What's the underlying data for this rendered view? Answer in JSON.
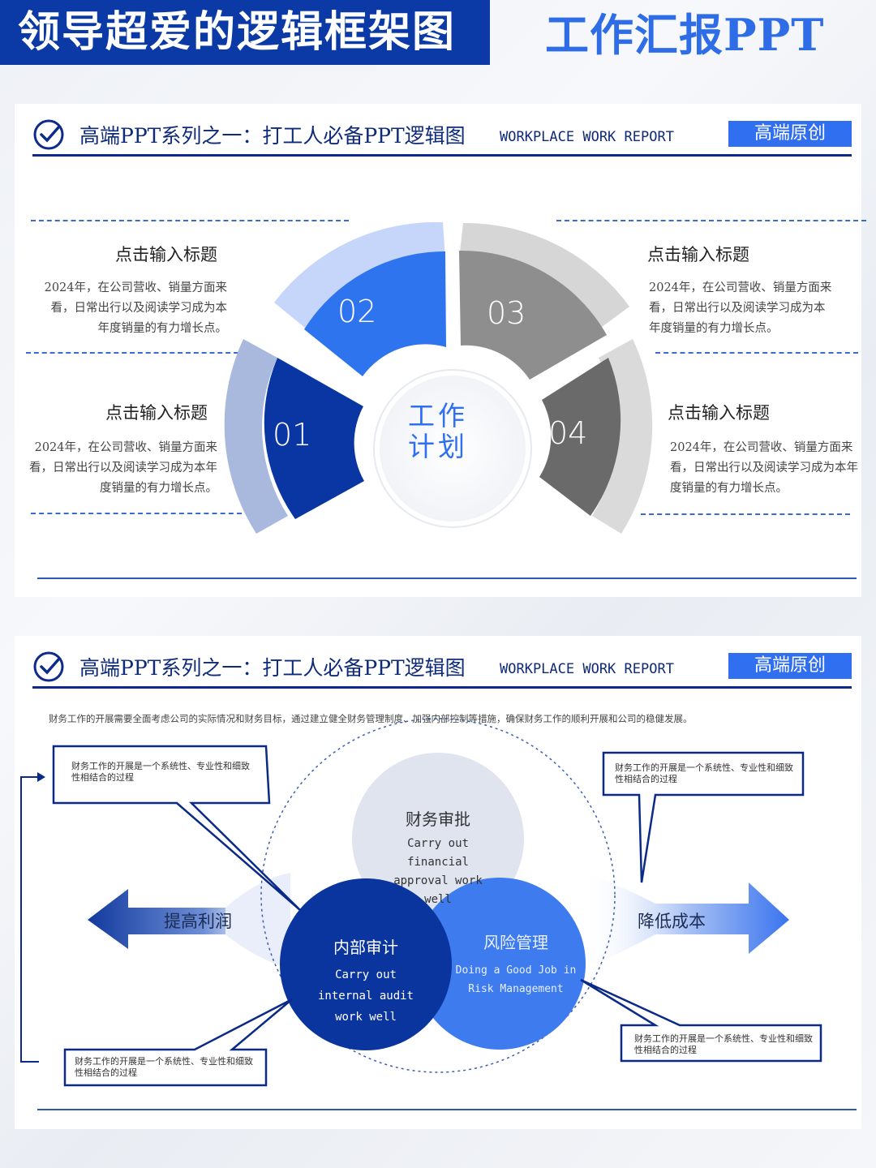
{
  "banner": {
    "title": "领导超爱的逻辑框架图",
    "subtitle": "工作汇报PPT"
  },
  "header": {
    "title": "高端PPT系列之一：打工人必备PPT逻辑图",
    "subtitle": "WORKPLACE WORK REPORT",
    "badge": "高端原创",
    "icon": "check-circle-icon"
  },
  "slide1": {
    "center": "工作计划",
    "segments": [
      {
        "num": "01",
        "title": "点击输入标题",
        "desc": "2024年，在公司营收、销量方面来看，日常出行以及阅读学习成为本年度销量的有力增长点。"
      },
      {
        "num": "02",
        "title": "点击输入标题",
        "desc": "2024年，在公司营收、销量方面来看，日常出行以及阅读学习成为本年度销量的有力增长点。"
      },
      {
        "num": "03",
        "title": "点击输入标题",
        "desc": "2024年，在公司营收、销量方面来看，日常出行以及阅读学习成为本年度销量的有力增长点。"
      },
      {
        "num": "04",
        "title": "点击输入标题",
        "desc": "2024年，在公司营收、销量方面来看，日常出行以及阅读学习成为本年度销量的有力增长点。"
      }
    ],
    "colors": {
      "s1": "#0a36a3",
      "s2": "#2f74ef",
      "s3": "#8e8e8e",
      "s4": "#6a6a6a",
      "ring1": "#a9b9de",
      "ring2": "#c5d6fa",
      "ring3": "#d6d6d6",
      "ring4": "#dadada"
    }
  },
  "slide2": {
    "intro": "财务工作的开展需要全面考虑公司的实际情况和财务目标，通过建立健全财务管理制度、加强内部控制等措施，确保财务工作的顺利开展和公司的稳健发展。",
    "left_arrow": "提高利润",
    "right_arrow": "降低成本",
    "circles": {
      "top": {
        "title": "财务审批",
        "en1": "Carry out",
        "en2": "financial",
        "en3": "approval work",
        "en4": "well"
      },
      "left": {
        "title": "内部审计",
        "en1": "Carry out",
        "en2": "internal audit",
        "en3": "work well"
      },
      "right": {
        "title": "风险管理",
        "en1": "Doing a Good Job in",
        "en2": "Risk Management"
      }
    },
    "callouts": {
      "top_left": "财务工作的开展是一个系统性、专业性和细致性相结合的过程",
      "top_right": "财务工作的开展是一个系统性、专业性和细致性相结合的过程",
      "bottom_left": "财务工作的开展是一个系统性、专业性和细致性相结合的过程",
      "bottom_right": "财务工作的开展是一个系统性、专业性和细致性相结合的过程"
    }
  }
}
